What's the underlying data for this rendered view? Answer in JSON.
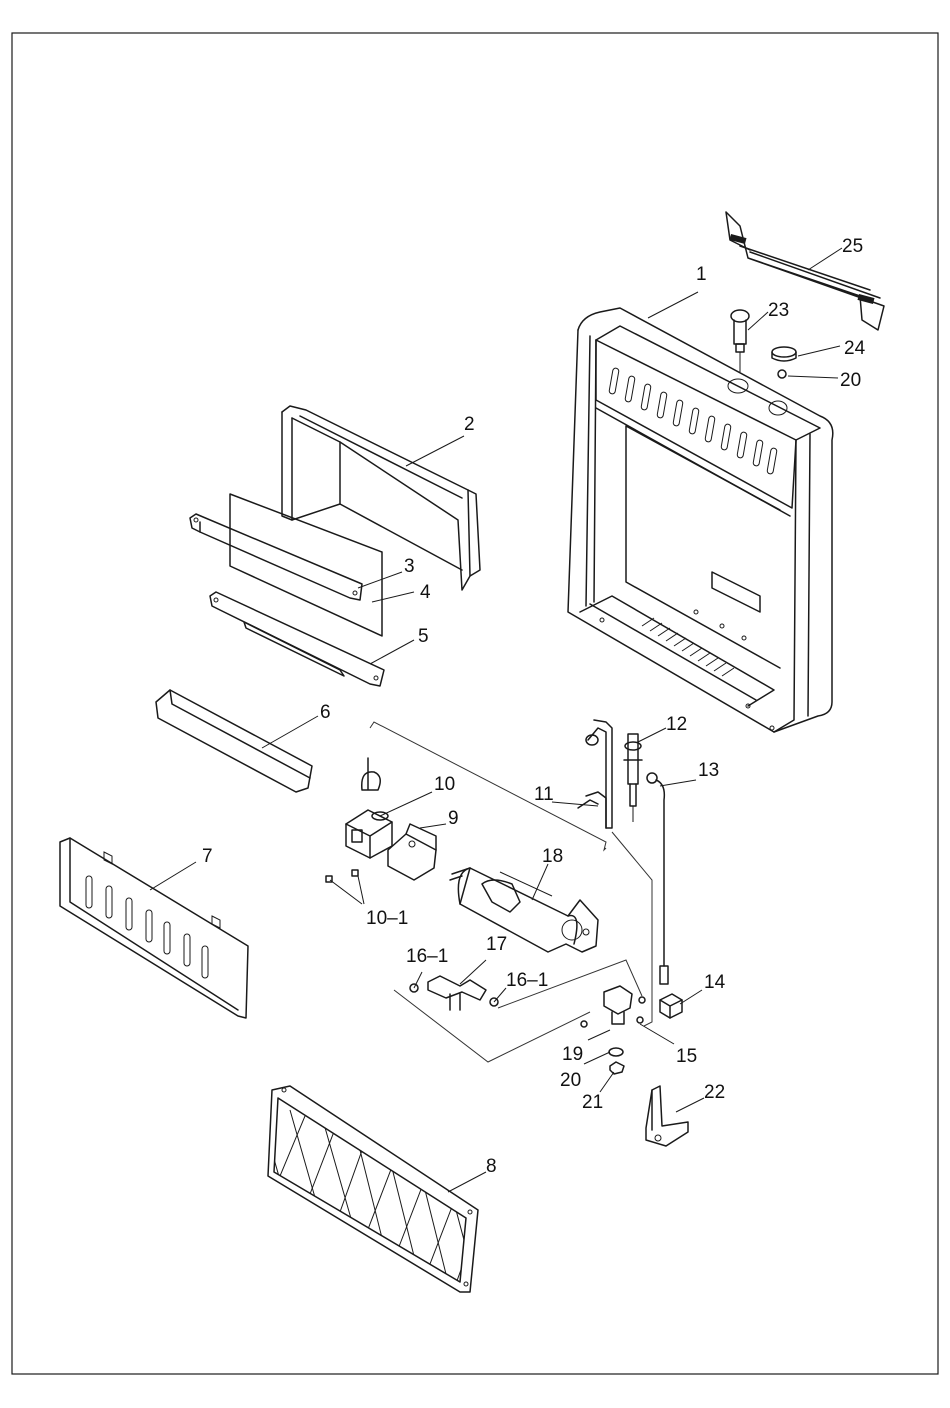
{
  "callouts": [
    {
      "id": "c1",
      "label": "1"
    },
    {
      "id": "c2",
      "label": "2"
    },
    {
      "id": "c3",
      "label": "3"
    },
    {
      "id": "c4",
      "label": "4"
    },
    {
      "id": "c5",
      "label": "5"
    },
    {
      "id": "c6",
      "label": "6"
    },
    {
      "id": "c7",
      "label": "7"
    },
    {
      "id": "c8",
      "label": "8"
    },
    {
      "id": "c9",
      "label": "9"
    },
    {
      "id": "c10",
      "label": "10"
    },
    {
      "id": "c10_1",
      "label": "10–1"
    },
    {
      "id": "c11",
      "label": "11"
    },
    {
      "id": "c12",
      "label": "12"
    },
    {
      "id": "c13",
      "label": "13"
    },
    {
      "id": "c14",
      "label": "14"
    },
    {
      "id": "c15",
      "label": "15"
    },
    {
      "id": "c16_1a",
      "label": "16–1"
    },
    {
      "id": "c16_1b",
      "label": "16–1"
    },
    {
      "id": "c17",
      "label": "17"
    },
    {
      "id": "c18",
      "label": "18"
    },
    {
      "id": "c19",
      "label": "19"
    },
    {
      "id": "c20a",
      "label": "20"
    },
    {
      "id": "c20b",
      "label": "20"
    },
    {
      "id": "c21",
      "label": "21"
    },
    {
      "id": "c22",
      "label": "22"
    },
    {
      "id": "c23",
      "label": "23"
    },
    {
      "id": "c24",
      "label": "24"
    },
    {
      "id": "c25",
      "label": "25"
    }
  ]
}
